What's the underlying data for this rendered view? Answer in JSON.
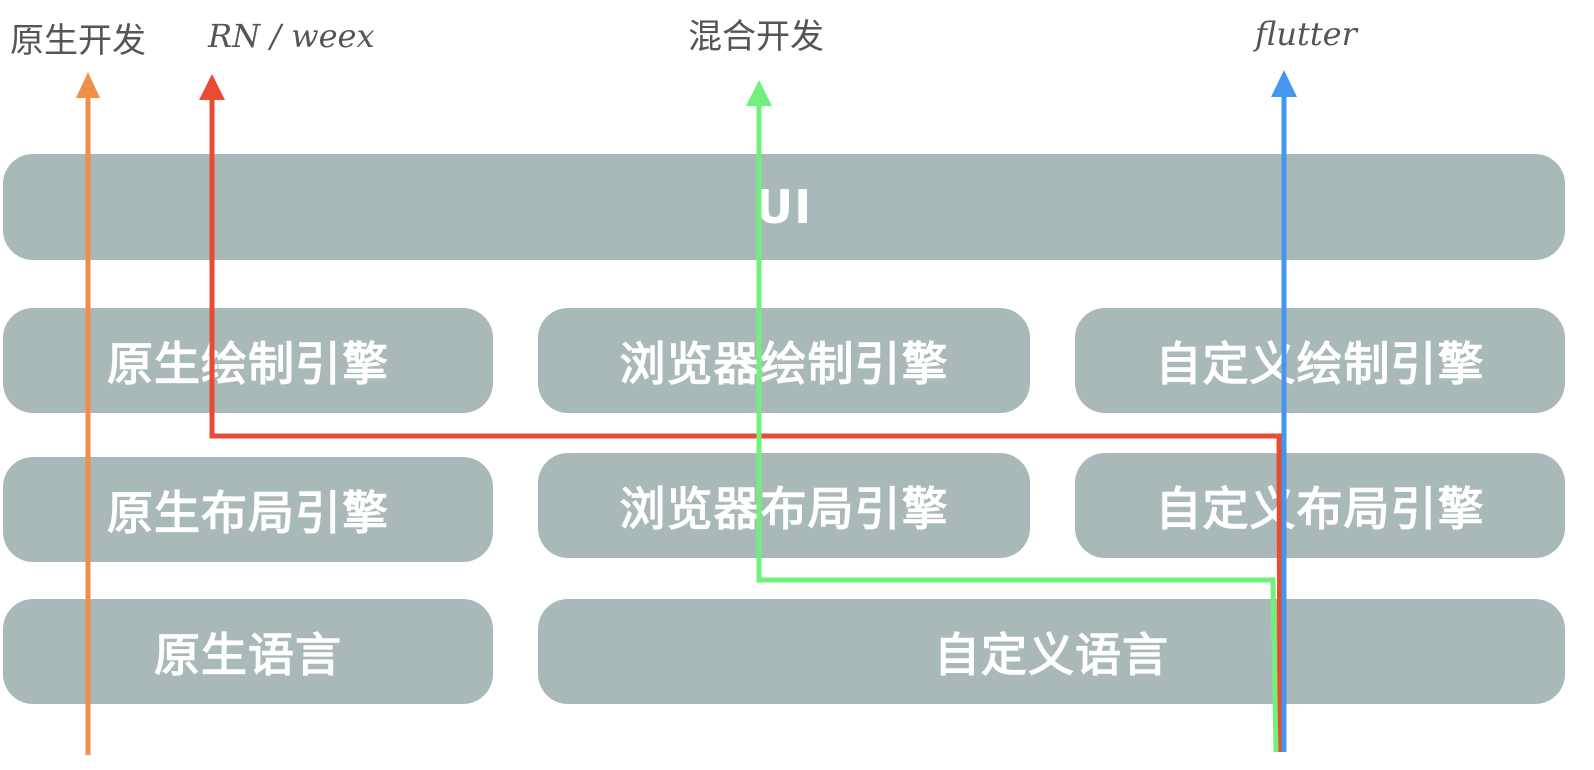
{
  "headers": {
    "native_dev": "原生开发",
    "rn_weex": "RN / weex",
    "hybrid_dev": "混合开发",
    "flutter": "flutter"
  },
  "layers": {
    "ui": "UI",
    "render_engines": {
      "native": "原生绘制引擎",
      "browser": "浏览器绘制引擎",
      "custom": "自定义绘制引擎"
    },
    "layout_engines": {
      "native": "原生布局引擎",
      "browser": "浏览器布局引擎",
      "custom": "自定义布局引擎"
    },
    "languages": {
      "native": "原生语言",
      "custom": "自定义语言"
    }
  },
  "colors": {
    "block_fill": "#a9b8b8",
    "block_text": "#ffffff",
    "native_path": "#ef8f4a",
    "rn_weex_path": "#e84a32",
    "hybrid_path": "#72f07e",
    "flutter_path": "#4596ee"
  }
}
